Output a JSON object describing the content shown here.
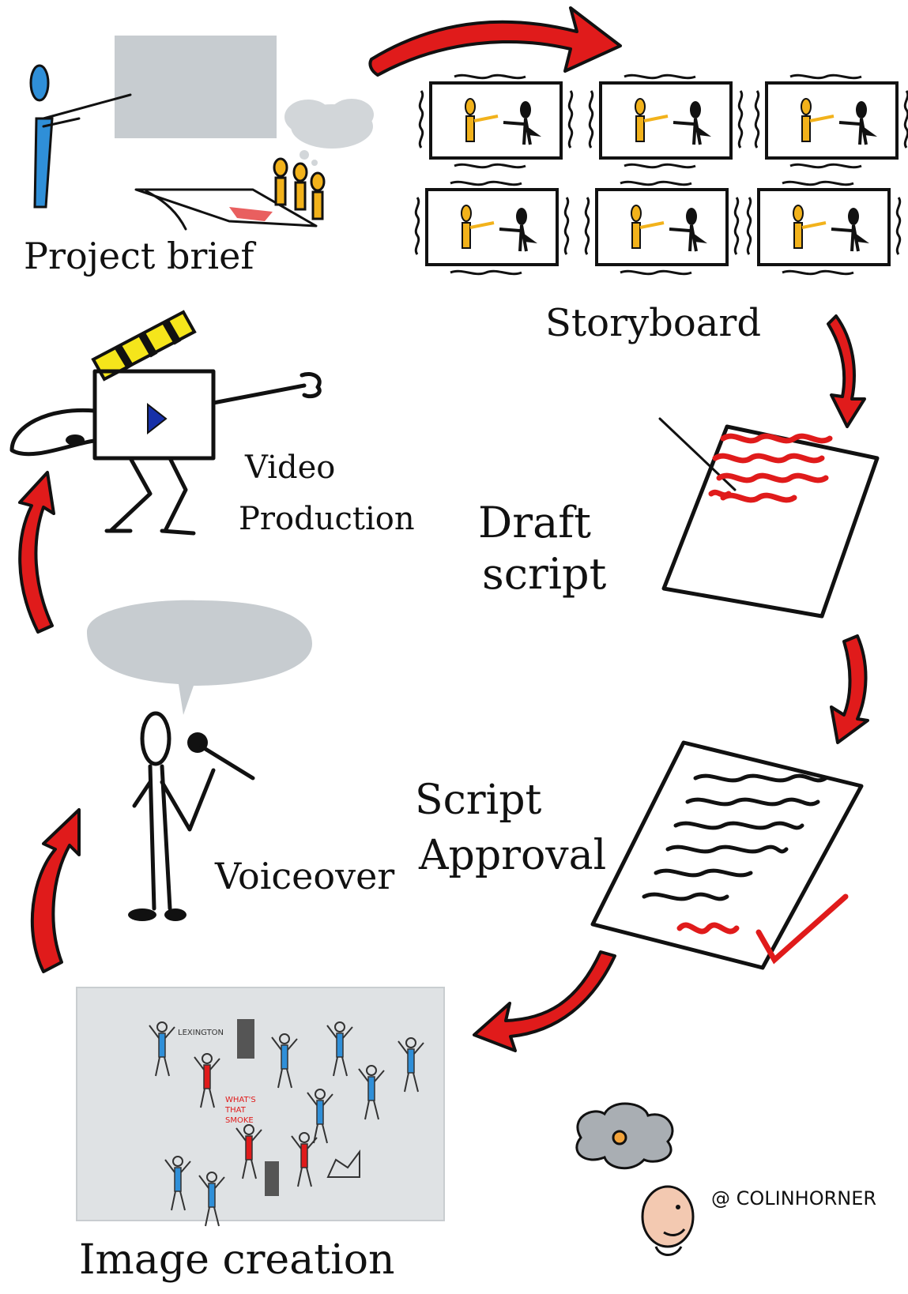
{
  "steps": {
    "project_brief": "Project brief",
    "storyboard": "Storyboard",
    "draft_script_line1": "Draft",
    "draft_script_line2": "script",
    "script_approval_line1": "Script",
    "script_approval_line2": "Approval",
    "image_creation": "Image creation",
    "voiceover": "Voiceover",
    "video_production_line1": "Video",
    "video_production_line2": "Production"
  },
  "credit": {
    "handle": "@ COLINHORNER"
  },
  "image_creation_sketch": {
    "place_label": "LEXINGTON",
    "sign_line1": "WHAT'S",
    "sign_line2": "THAT",
    "sign_line3": "SMOKE"
  },
  "colors": {
    "arrow": "#e01b1b",
    "presenter": "#2f8fd8",
    "storyboard_figure": "#f2b21b",
    "clapper_stripe": "#f5e51b",
    "placeholder_grey": "#c7ccd0",
    "cloud_grey": "#d2d6d9"
  }
}
